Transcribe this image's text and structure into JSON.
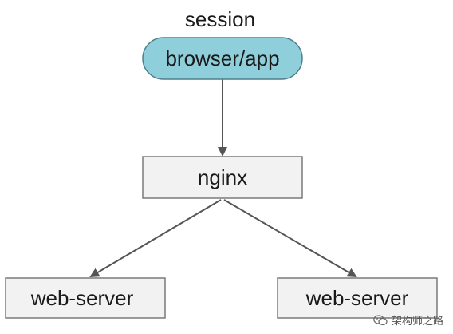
{
  "header": {
    "title": "session"
  },
  "nodes": {
    "client": {
      "label": "browser/app",
      "fill": "#8fcfdc",
      "stroke": "#4f7f8a"
    },
    "proxy": {
      "label": "nginx",
      "fill": "#f2f2f2",
      "stroke": "#7a7a7a"
    },
    "server_left": {
      "label": "web-server",
      "fill": "#f2f2f2",
      "stroke": "#7a7a7a"
    },
    "server_right": {
      "label": "web-server",
      "fill": "#f2f2f2",
      "stroke": "#7a7a7a"
    }
  },
  "edges": [
    {
      "from": "client",
      "to": "proxy"
    },
    {
      "from": "proxy",
      "to": "server_left"
    },
    {
      "from": "proxy",
      "to": "server_right"
    }
  ],
  "colors": {
    "edge": "#555555"
  },
  "watermark": {
    "text": "架构师之路",
    "icon": "wechat-icon"
  }
}
